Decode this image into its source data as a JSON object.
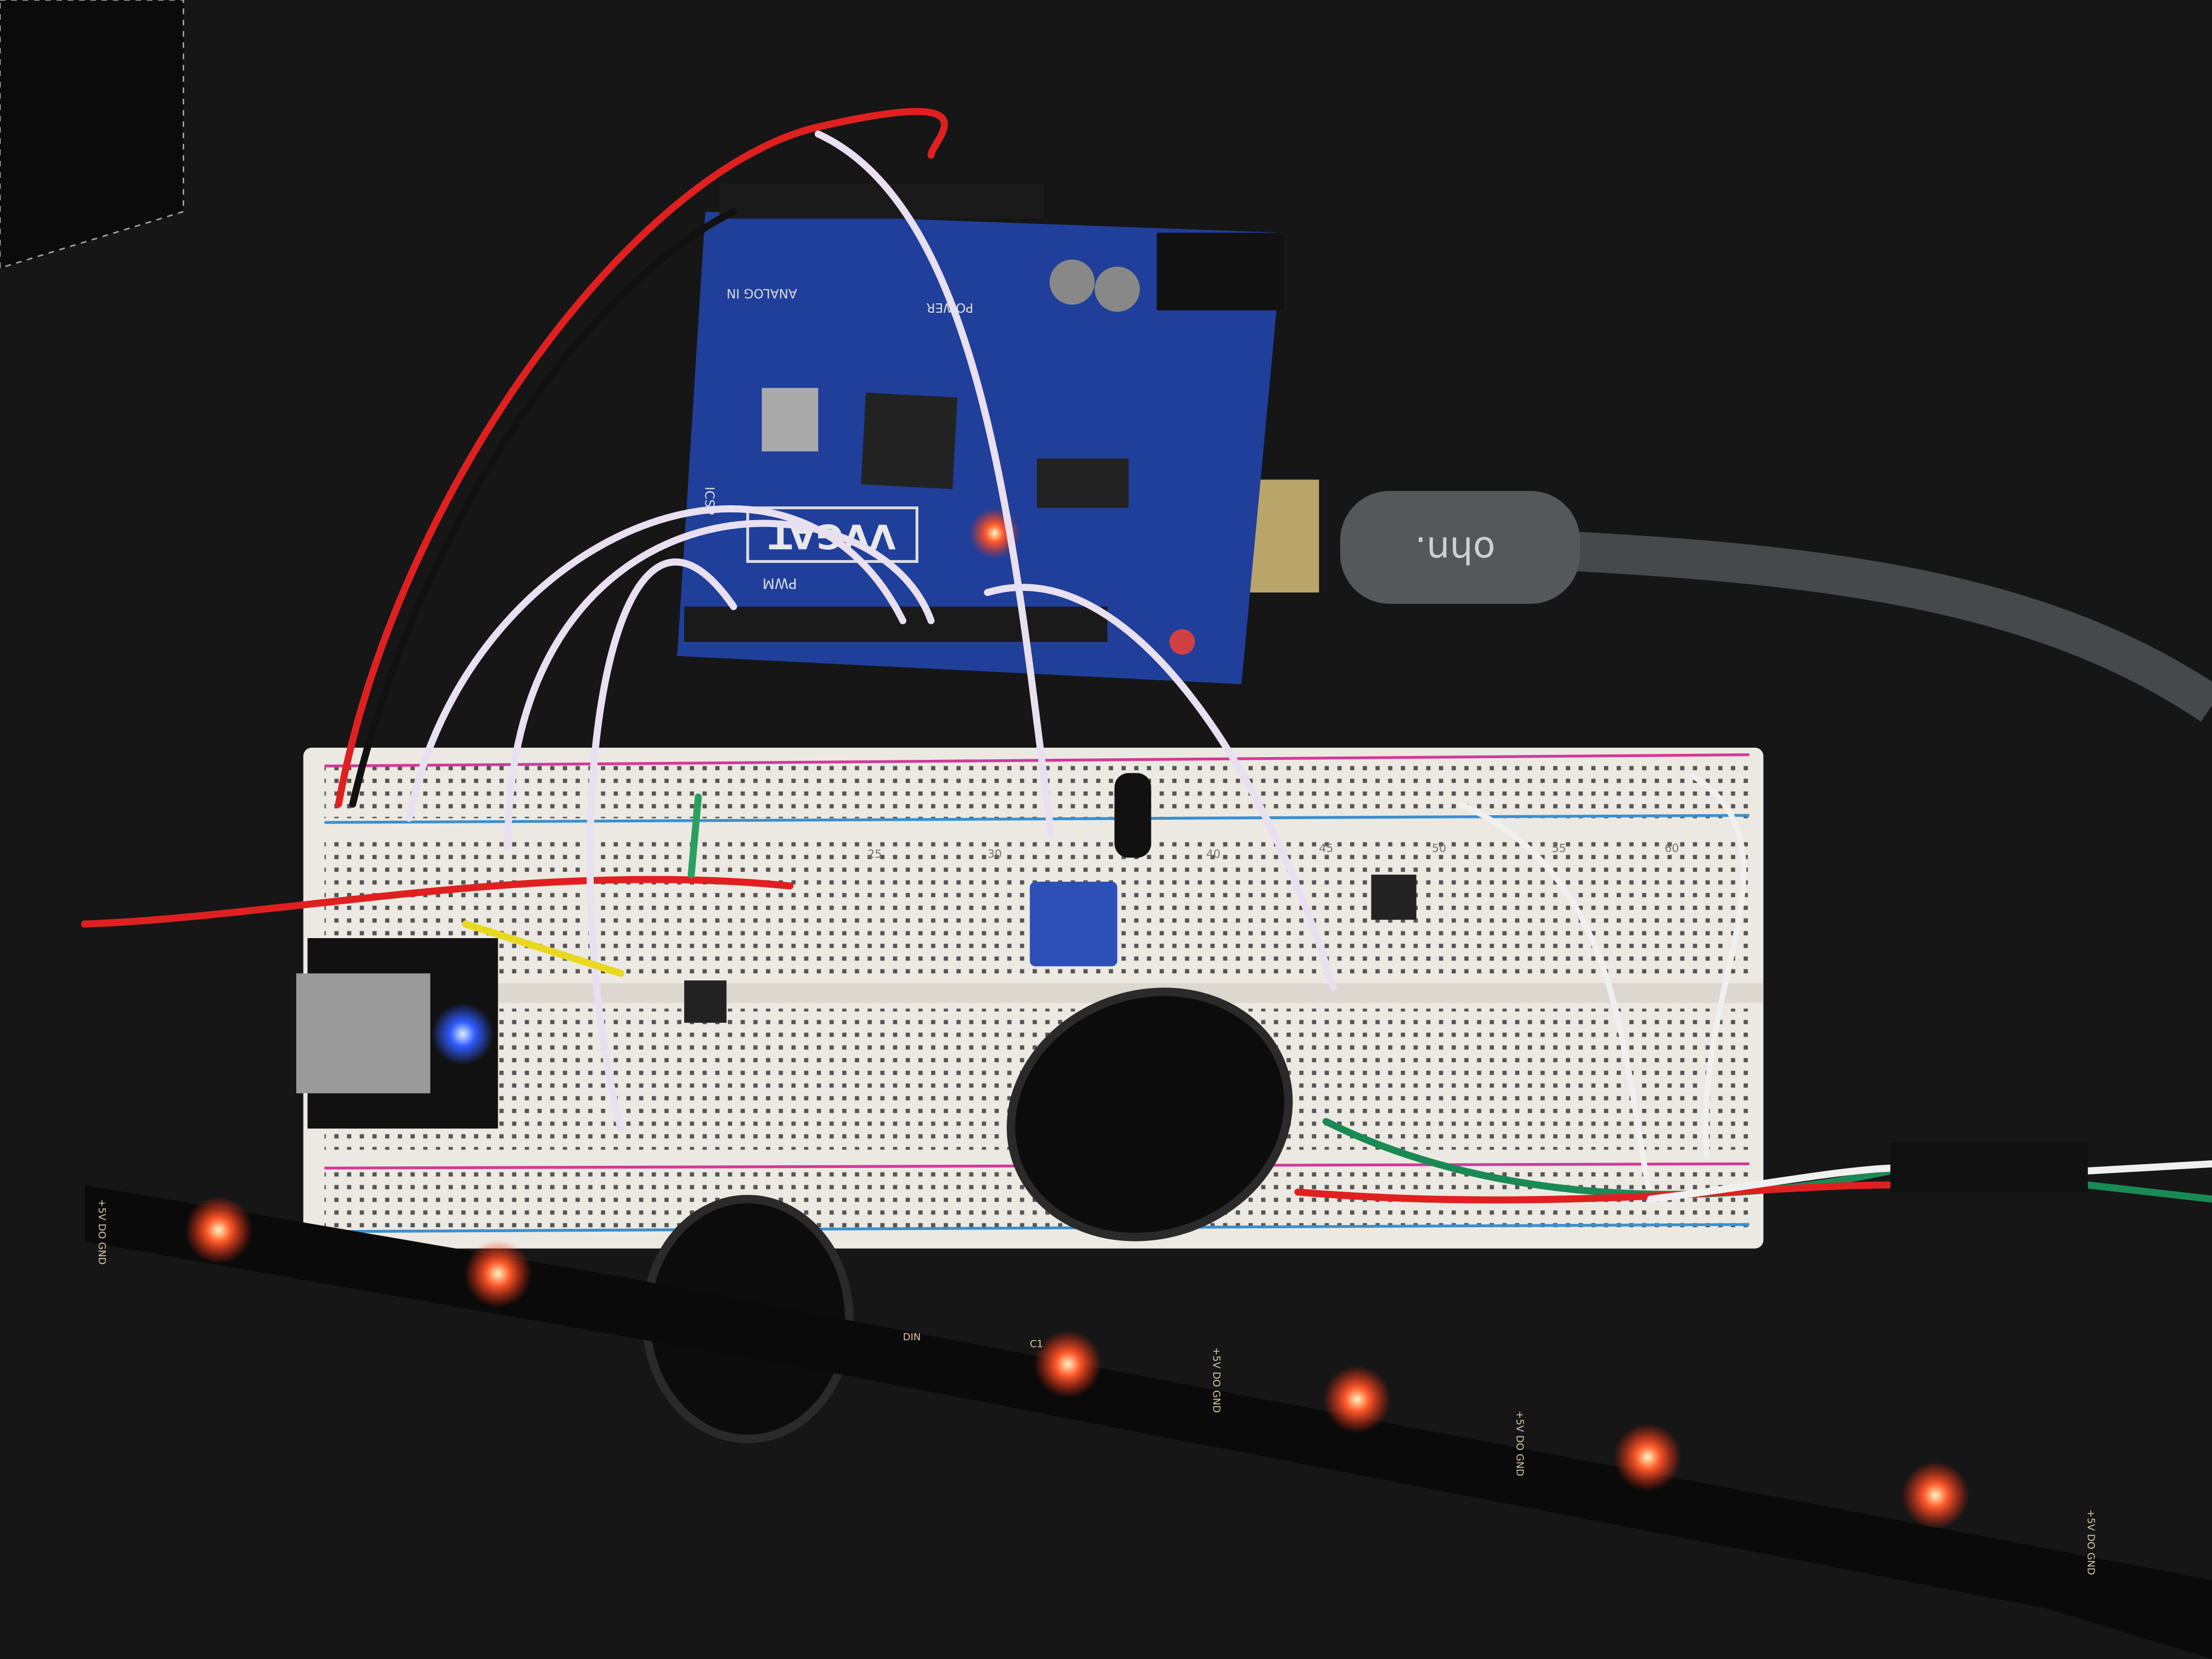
{
  "scene": {
    "description_labels": {
      "board_brand": "VVGAT",
      "board_pwm": "PWM",
      "board_icsp": "ICSP",
      "board_analog": "ANALOG IN",
      "board_power": "POWER",
      "cable_brand": "ohn.",
      "strip_pad_label": "+5V DO GND",
      "strip_din_label": "DIN",
      "strip_led_label": "C1",
      "breadboard_numbers": [
        "25",
        "30",
        "40",
        "45",
        "50",
        "55",
        "60"
      ]
    },
    "colors": {
      "table": "#161616",
      "arduino_pcb": "#1f3f9a",
      "breadboard": "#ece9e2",
      "rail_red": "#d2399a",
      "rail_blue": "#3a8fd0",
      "usb_cable": "#46484c",
      "led_glow": "#ff3a1a",
      "status_led_blue": "#2f5bff",
      "wire_red": "#e02020",
      "wire_white": "#e8dff0",
      "wire_green": "#1a8a55",
      "wire_yellow": "#e8d820",
      "potentiometer": "#2c4fb8",
      "speaker": "#0c0c0c"
    }
  }
}
